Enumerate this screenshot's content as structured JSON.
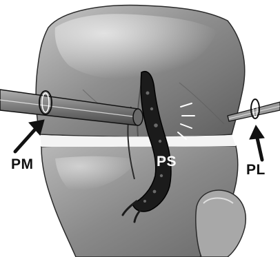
{
  "labels": {
    "pm": "PM",
    "ps": "PS",
    "pl": "PL"
  },
  "colors": {
    "bone_light": "#d9d9d9",
    "bone_mid": "#9a9a9a",
    "bone_dark": "#4a4a4a",
    "joint_gap": "#f4f4f4",
    "outline": "#111111",
    "label_dark": "#111111",
    "label_light": "#ffffff"
  },
  "illustration": {
    "description_icons": [
      "femur-condyle",
      "tibia-plateau",
      "fibula-head",
      "needle-left",
      "needle-right",
      "posterior-septum",
      "arrow-pm",
      "arrow-pl"
    ]
  }
}
